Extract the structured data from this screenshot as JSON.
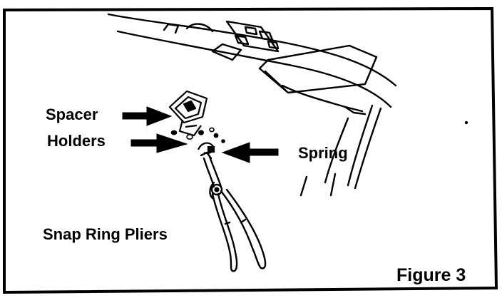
{
  "figure": {
    "caption": "Figure 3",
    "labels": {
      "spacer": "Spacer",
      "holders": "Holders",
      "spring": "Spring",
      "pliers": "Snap Ring Pliers"
    }
  },
  "colors": {
    "ink": "#000000",
    "paper": "#ffffff"
  }
}
